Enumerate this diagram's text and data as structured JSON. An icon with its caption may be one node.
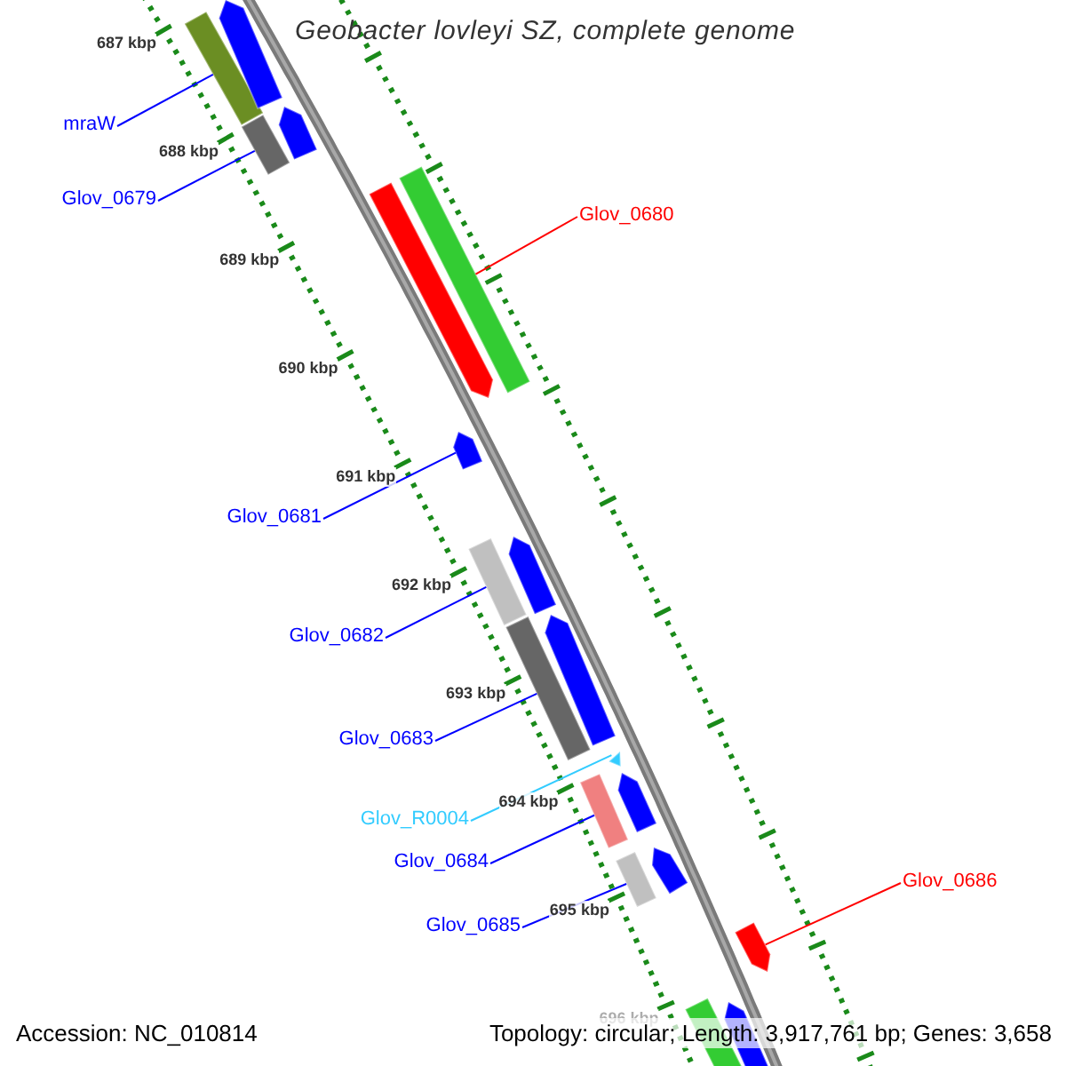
{
  "diagram": {
    "title": "Geobacter lovleyi SZ, complete genome",
    "nodes": [
      {
        "text": [
          "mraW"
        ]
      },
      {
        "text": [],
        "shape": "bar"
      },
      {
        "text": [
          "Glov_0679"
        ]
      },
      {
        "text": [],
        "shape": "bar"
      },
      {
        "text": [
          "Glov_0680"
        ]
      },
      {
        "text": [],
        "shape": "bar"
      },
      {
        "text": [
          "Glov_0681"
        ]
      },
      {
        "text": [],
        "shape": "bar"
      },
      {
        "text": [
          "Glov_0682"
        ]
      },
      {
        "text": [],
        "shape": "bar"
      },
      {
        "text": [
          "Glov_0683"
        ]
      },
      {
        "text": [],
        "shape": "bar"
      },
      {
        "text": [
          "Glov_R0004"
        ]
      },
      {
        "text": [],
        "shape": "triangle"
      },
      {
        "text": [
          "Glov_0684"
        ]
      },
      {
        "text": [],
        "shape": "bar"
      },
      {
        "text": [
          "Glov_0686"
        ]
      },
      {
        "text": [],
        "shape": "bar"
      },
      {
        "text": [
          "Glov_0685"
        ]
      },
      {
        "text": [],
        "shape": "bar"
      },
      {
        "text": [],
        "shape": "bar"
      },
      {
        "text": [],
        "shape": "bar"
      },
      {
        "text": [],
        "shape": "bar"
      },
      {
        "text": [],
        "shape": "bar"
      },
      {
        "text": [],
        "shape": "bar"
      },
      {
        "text": [],
        "shape": "bar"
      },
      {
        "text": [],
        "shape": "bar"
      },
      {
        "text": [],
        "shape": "bar"
      },
      {
        "text": [],
        "shape": "bar"
      }
    ],
    "edges": [
      {
        "from": 0,
        "to": 1,
        "arrow": "none"
      },
      {
        "from": 2,
        "to": 3,
        "arrow": "none"
      },
      {
        "from": 4,
        "to": 5,
        "arrow": "none",
        "color": "#ff0000"
      },
      {
        "from": 6,
        "to": 7,
        "arrow": "none"
      },
      {
        "from": 8,
        "to": 9,
        "arrow": "none"
      },
      {
        "from": 10,
        "to": 11,
        "arrow": "none"
      },
      {
        "from": 12,
        "to": 13,
        "arrow": "none",
        "color": "#33ccff"
      },
      {
        "from": 14,
        "to": 15,
        "arrow": "none"
      },
      {
        "from": 16,
        "to": 17,
        "arrow": "none",
        "color": "#ff0000"
      },
      {
        "from": 18,
        "to": 19,
        "arrow": "none"
      }
    ],
    "labels": [
      "687 kbp",
      "688 kbp",
      "689 kbp",
      "690 kbp",
      "691 kbp",
      "692 kbp",
      "693 kbp",
      "694 kbp",
      "695 kbp",
      "696 kbp",
      "Accession: NC_010814",
      "Topology: circular; Length: 3,917,761 bp; Genes: 3,658"
    ]
  }
}
